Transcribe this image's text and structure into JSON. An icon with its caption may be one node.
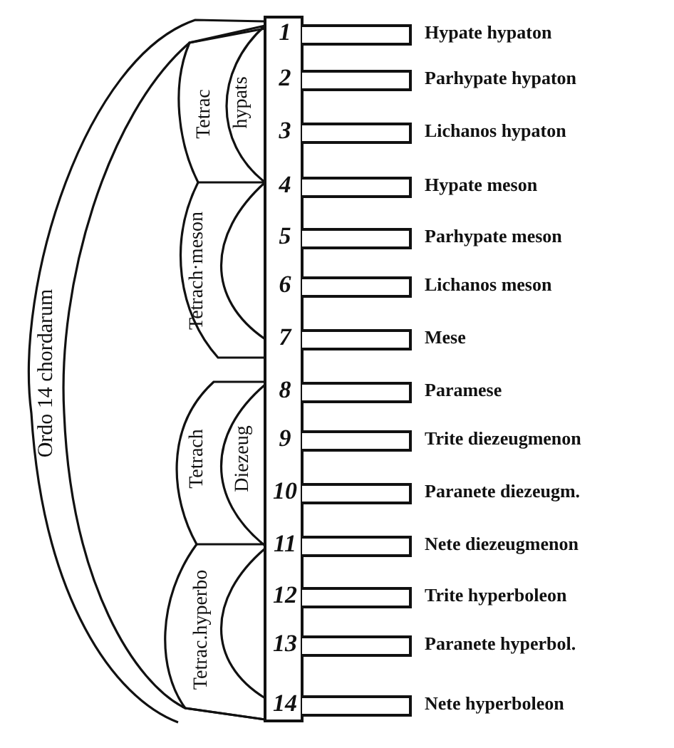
{
  "diagram": {
    "nodes": [
      {
        "text": [
          "Ordo 14 chordarum"
        ]
      },
      {
        "text": [
          "Tetrac",
          "hypats"
        ],
        "in": 0
      },
      {
        "text": [
          "Tetrach·meson"
        ],
        "in": 0
      },
      {
        "text": [
          "Tetrach",
          "Diezeug"
        ],
        "in": 0
      },
      {
        "text": [
          "Tetrac.hyperbo"
        ],
        "in": 0
      },
      {
        "text": [],
        "shape": "bar",
        "beside": [
          "1",
          "Hypate hypaton"
        ]
      },
      {
        "text": [],
        "shape": "bar",
        "beside": [
          "2",
          "Parhypate hypaton"
        ]
      },
      {
        "text": [],
        "shape": "bar",
        "beside": [
          "3",
          "Lichanos hypaton"
        ]
      },
      {
        "text": [],
        "shape": "bar",
        "beside": [
          "4",
          "Hypate meson"
        ]
      },
      {
        "text": [],
        "shape": "bar",
        "beside": [
          "5",
          "Parhypate meson"
        ]
      },
      {
        "text": [],
        "shape": "bar",
        "beside": [
          "6",
          "Lichanos meson"
        ]
      },
      {
        "text": [],
        "shape": "bar",
        "beside": [
          "7",
          "Mese"
        ]
      },
      {
        "text": [],
        "shape": "bar",
        "beside": [
          "8",
          "Paramese"
        ]
      },
      {
        "text": [],
        "shape": "bar",
        "beside": [
          "9",
          "Trite diezeugmenon"
        ]
      },
      {
        "text": [],
        "shape": "bar",
        "beside": [
          "10",
          "Paranete diezeugm."
        ]
      },
      {
        "text": [],
        "shape": "bar",
        "beside": [
          "11",
          "Nete diezeugmenon"
        ]
      },
      {
        "text": [],
        "shape": "bar",
        "beside": [
          "12",
          "Trite hyperboleon"
        ]
      },
      {
        "text": [],
        "shape": "bar",
        "beside": [
          "13",
          "Paranete hyperbol."
        ]
      },
      {
        "text": [],
        "shape": "bar",
        "beside": [
          "14",
          "Nete hyperboleon"
        ]
      }
    ],
    "edges": []
  }
}
